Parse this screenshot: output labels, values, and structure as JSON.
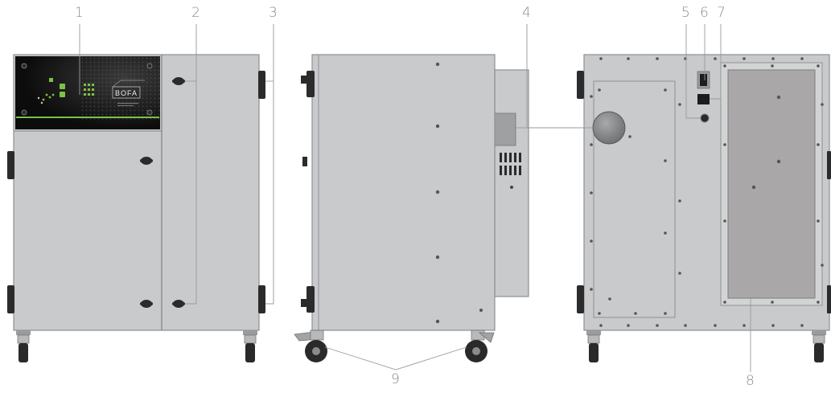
{
  "callouts": [
    "1",
    "2",
    "3",
    "4",
    "5",
    "6",
    "7",
    "8",
    "9"
  ],
  "brand": {
    "logo_text": "BOFA"
  },
  "colors": {
    "body": "#c9cacc",
    "body_edge": "#8e9093",
    "panel": "#141414",
    "accent": "#7cc242",
    "filter_window": "#a9a7a8",
    "leader": "#9a9a9a",
    "callout_text": "#8a8a8a"
  },
  "views": [
    "front-view",
    "side-view",
    "rear-view"
  ]
}
